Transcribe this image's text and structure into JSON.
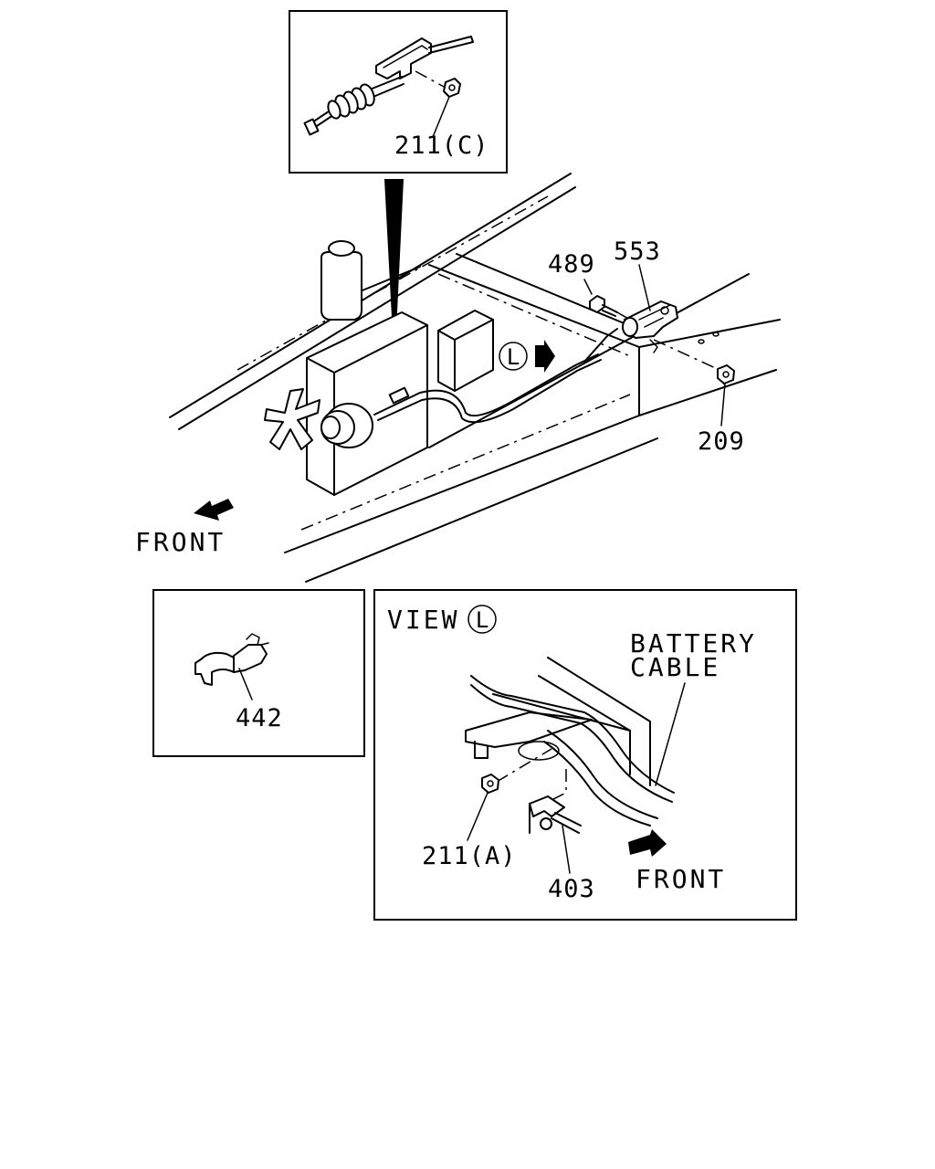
{
  "callouts": {
    "p211c": "211(C)",
    "p489": "489",
    "p553": "553",
    "p209": "209",
    "p442": "442",
    "p211a": "211(A)",
    "p403": "403"
  },
  "view_marker": "L",
  "front_label_main": "FRONT",
  "view_inset": {
    "view_label": "VIEW",
    "view_marker": "L",
    "cable_label_line1": "BATTERY",
    "cable_label_line2": "CABLE",
    "front_label": "FRONT"
  }
}
